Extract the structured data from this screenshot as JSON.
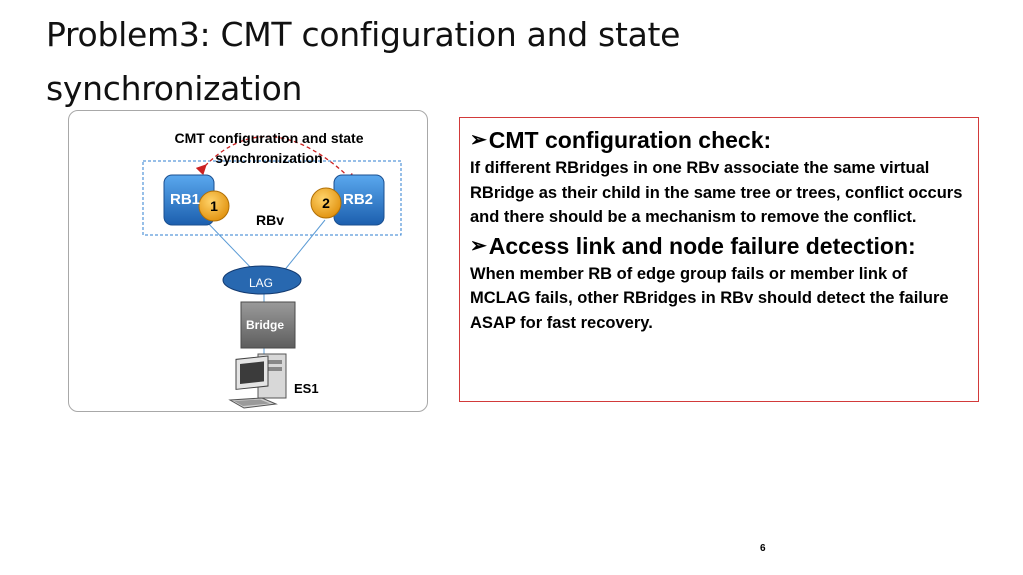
{
  "slide": {
    "title": "Problem3: CMT configuration and state synchronization",
    "page_number": "6"
  },
  "diagram": {
    "caption": "CMT configuration and state synchronization",
    "rb1_label": "RB1",
    "rb2_label": "RB2",
    "badge1": "1",
    "badge2": "2",
    "rbv_label": "RBv",
    "lag_label": "LAG",
    "bridge_label": "Bridge",
    "es1_label": "ES1"
  },
  "textbox": {
    "section1_heading": "CMT configuration check:",
    "section1_body": "If different RBridges in one RBv associate the same virtual RBridge as their child in the same tree or trees, conflict occurs and there should be a mechanism to remove the conflict.",
    "section2_heading": "Access link and node failure detection:",
    "section2_body": "When member RB of edge group fails or member link of MCLAG fails, other RBridges in RBv should detect the failure ASAP for fast recovery.",
    "bullet_glyph": "➢"
  },
  "colors": {
    "rb_blue": "#2f7fd0",
    "badge_orange": "#f2a61c",
    "lag_blue": "#2868b0",
    "bridge_gray": "#7a7a7a",
    "dashed_red": "#cc2222",
    "textbox_border": "#d23a3a"
  }
}
